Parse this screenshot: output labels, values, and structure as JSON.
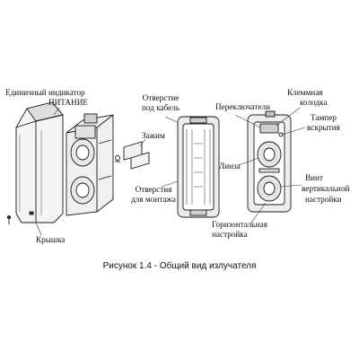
{
  "labels": {
    "indicator_line1": "Единичный индикатор",
    "indicator_line2": "ПИТАНИЕ",
    "cover": "Крышка",
    "cable_hole_line1": "Отверстие",
    "cable_hole_line2": "под кабель",
    "clamp": "Зажим",
    "mount_holes_line1": "Отверстия",
    "mount_holes_line2": "для монтажа",
    "switches": "Переключатели",
    "terminal_line1": "Клеммная",
    "terminal_line2": "колодка",
    "tamper_line1": "Тампер",
    "tamper_line2": "вскрытия",
    "lens": "Линза",
    "screw_line1": "Винт",
    "screw_line2": "вертикальной",
    "screw_line3": "настройки",
    "hadj_line1": "Горизонтальная",
    "hadj_line2": "настройка"
  },
  "caption": "Рисунок 1.4 - Общий вид излучателя",
  "colors": {
    "line": "#1a1a1a",
    "shade": "#c8c8c8",
    "dark": "#555555"
  }
}
